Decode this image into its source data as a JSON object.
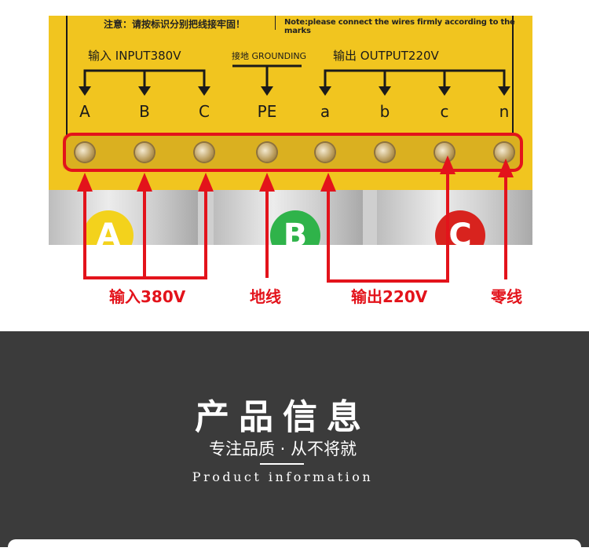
{
  "photo": {
    "notice_cn": "注意：请按标识分别把线接牢固！",
    "notice_en": "Note:please connect the wires firmly according to the marks",
    "group_input": "输入 INPUT380V",
    "group_ground": "接地 GROUNDING",
    "group_output": "输出 OUTPUT220V",
    "terminals": [
      "A",
      "B",
      "C",
      "PE",
      "a",
      "b",
      "c",
      "n"
    ],
    "phase_badges": [
      "A",
      "B",
      "C"
    ]
  },
  "annotations": {
    "input_label": "输入380V",
    "ground_label": "地线",
    "output_label": "输出220V",
    "neutral_label": "零线"
  },
  "section": {
    "title": "产品信息",
    "subtitle": "专注品质 · 从不将就",
    "english": "Product information"
  },
  "colors": {
    "plate_yellow": "#f1c51f",
    "annotation_red": "#e3131b",
    "dark_bg": "#3b3b3b",
    "badge_a": "#f3d21c",
    "badge_b": "#2fb34a",
    "badge_c": "#d8231e"
  }
}
